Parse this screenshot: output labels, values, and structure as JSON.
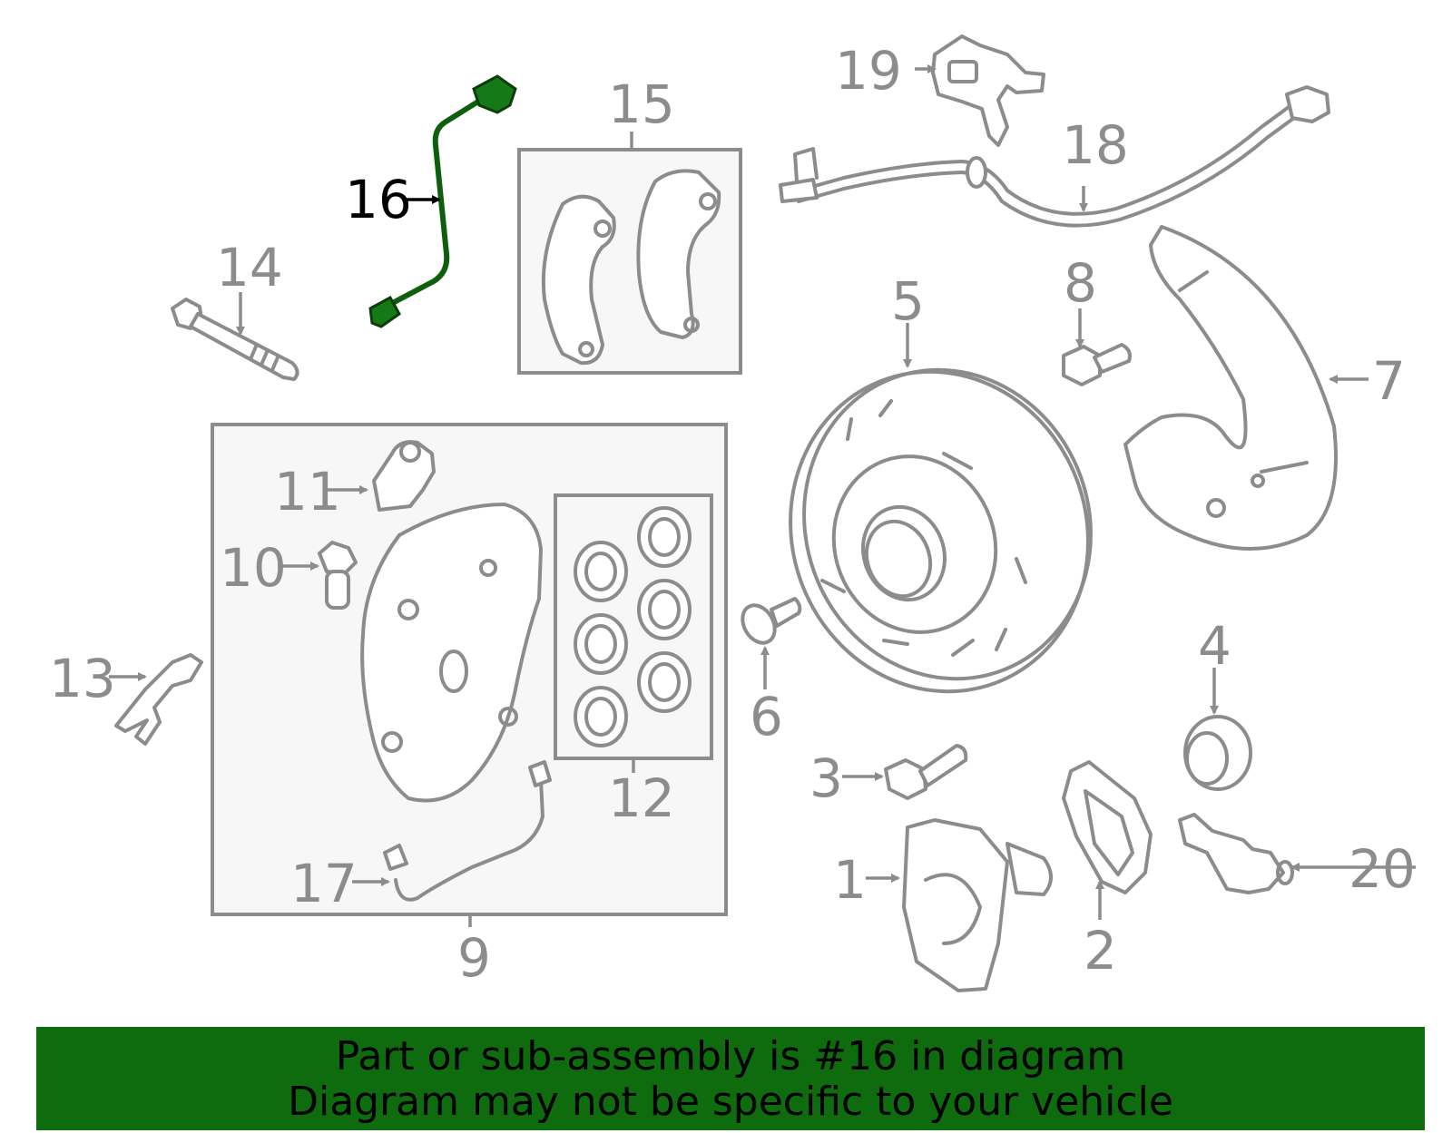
{
  "callouts": {
    "c1": "1",
    "c2": "2",
    "c3": "3",
    "c4": "4",
    "c5": "5",
    "c6": "6",
    "c7": "7",
    "c8": "8",
    "c9": "9",
    "c10": "10",
    "c11": "11",
    "c12": "12",
    "c13": "13",
    "c14": "14",
    "c15": "15",
    "c16": "16",
    "c17": "17",
    "c18": "18",
    "c19": "19",
    "c20": "20"
  },
  "highlight": {
    "part_number": "16",
    "color": "#0e6b0e"
  },
  "footer": {
    "line1": "Part or sub-assembly is #16 in diagram",
    "line2": "Diagram may not be specific to your vehicle"
  }
}
